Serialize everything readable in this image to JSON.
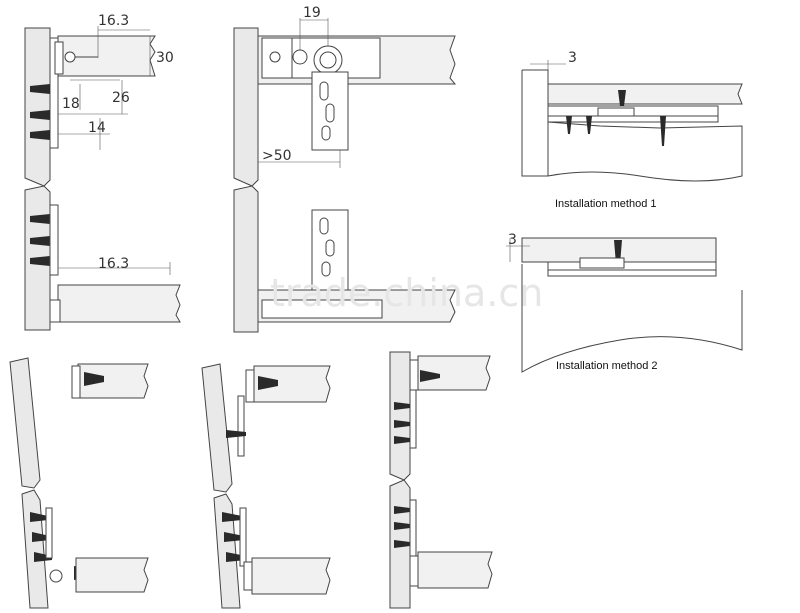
{
  "dimensions": {
    "d1": "16.3",
    "d2": "30",
    "d3": "18",
    "d4": "26",
    "d5": "14",
    "d6": "16.3",
    "d7": "19",
    "d8": ">50",
    "d9": "3",
    "d10": "3"
  },
  "captions": {
    "method1": "Installation method 1",
    "method2": "Installation method 2"
  },
  "watermark": "trade.china.cn"
}
